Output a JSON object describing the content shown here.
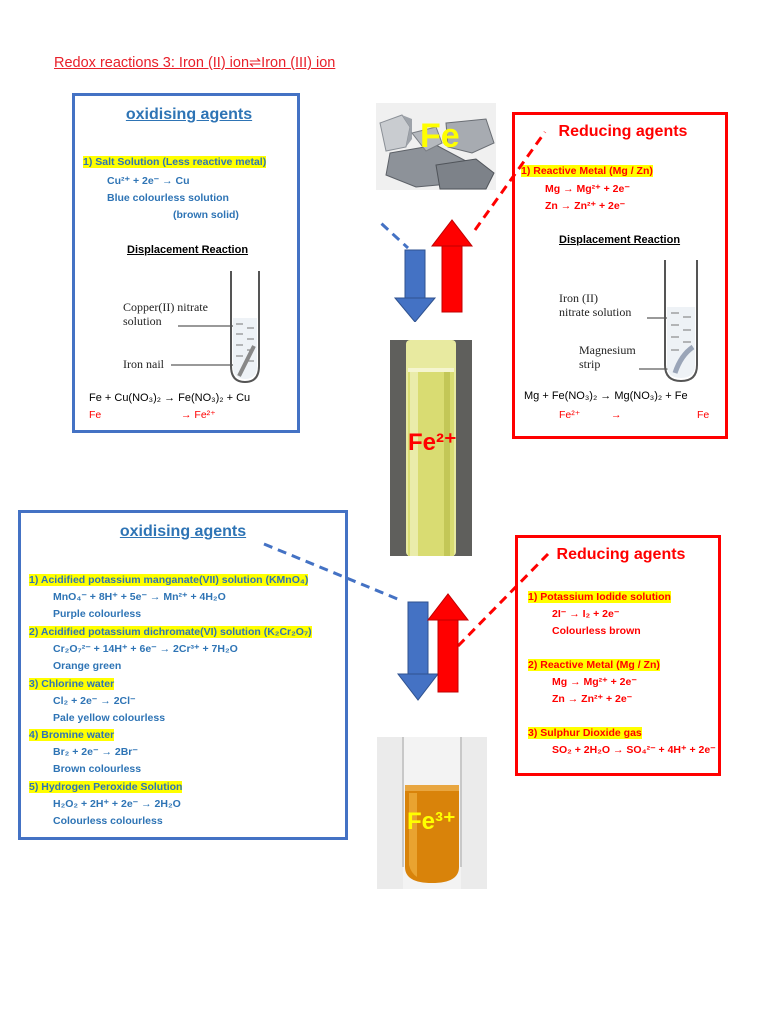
{
  "title": "Redox reactions 3: Iron (II) ion⇌Iron (III) ion",
  "top": {
    "ox": {
      "heading": "oxidising agents",
      "item1": "1)    Salt Solution (Less reactive metal)",
      "eq1": "Cu²⁺ + 2e⁻ → Cu",
      "col1": "Blue              colourless solution",
      "col2": "(brown solid)",
      "disp_title": "Displacement Reaction",
      "lbl_solution": "Copper(II) nitrate\nsolution",
      "lbl_nail": "Iron nail",
      "final_eq": "Fe   + Cu(NO₃)₂  →  Fe(NO₃)₂  +  Cu",
      "final_ion_left": "Fe",
      "final_ion_right": "→ Fe²⁺"
    },
    "red": {
      "heading": "Reducing agents",
      "item1": "1)    Reactive Metal (Mg / Zn)",
      "eq1": "Mg → Mg²⁺ + 2e⁻",
      "eq2": "Zn → Zn²⁺ + 2e⁻",
      "disp_title": "Displacement Reaction",
      "lbl_solution": "Iron (II)\nnitrate solution",
      "lbl_strip": "Magnesium\nstrip",
      "final_eq": "Mg + Fe(NO₃)₂ → Mg(NO₃)₂ +  Fe",
      "final_ion_left": "Fe²⁺",
      "final_ion_mid": "→",
      "final_ion_right": "Fe"
    }
  },
  "bottom": {
    "ox": {
      "heading": "oxidising agents",
      "items": [
        {
          "title": "1)    Acidified potassium manganate(VII) solution (KMnO₄)",
          "eq": "MnO₄⁻ + 8H⁺ + 5e⁻ → Mn²⁺ + 4H₂O",
          "colour": "Purple                         colourless"
        },
        {
          "title": "2)    Acidified potassium dichromate(VI) solution (K₂Cr₂O₇)",
          "eq": "Cr₂O₇²⁻ + 14H⁺ + 6e⁻ → 2Cr³⁺ + 7H₂O",
          "colour": "Orange                         green"
        },
        {
          "title": "3)    Chlorine water",
          "eq": "Cl₂      +       2e⁻  →   2Cl⁻",
          "colour": "Pale yellow             colourless"
        },
        {
          "title": "4)    Bromine water",
          "eq": "Br₂ + 2e⁻ → 2Br⁻",
          "colour": "Brown         colourless"
        },
        {
          "title": "5)    Hydrogen Peroxide Solution",
          "eq": "H₂O₂ + 2H⁺ + 2e⁻ → 2H₂O",
          "colour": "Colourless         colourless"
        }
      ]
    },
    "red": {
      "heading": "Reducing agents",
      "item1": "1)    Potassium Iodide solution",
      "eq1": "2I⁻        →    I₂ + 2e⁻",
      "col1": "Colourless     brown",
      "item2": "2)    Reactive Metal (Mg / Zn)",
      "eq2a": "Mg → Mg²⁺ + 2e⁻",
      "eq2b": "Zn → Zn²⁺ + 2e⁻",
      "item3": "3)    Sulphur Dioxide gas",
      "eq3": "SO₂ + 2H₂O → SO₄²⁻ + 4H⁺ + 2e⁻"
    }
  },
  "ions": {
    "fe": "Fe",
    "fe2": "Fe²⁺",
    "fe3": "Fe³⁺"
  },
  "colors": {
    "blue_box": "#4472c4",
    "red_box": "#ff0000",
    "highlight": "#ffff00",
    "fe2_solution": "#d9dc72",
    "fe3_solution": "#d9830a"
  }
}
